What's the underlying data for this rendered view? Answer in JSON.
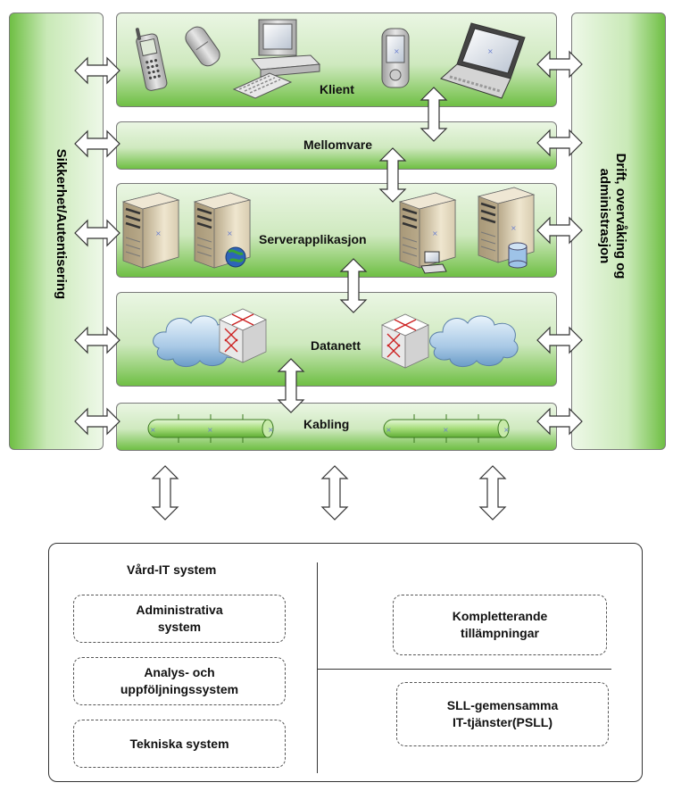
{
  "left_panel": {
    "label": "Sikkerhet/Autentisering"
  },
  "right_panel": {
    "label_line1": "Drift, overvåking og",
    "label_line2": "administrasjon"
  },
  "layers": {
    "klient": "Klient",
    "mellomvare": "Mellomvare",
    "server": "Serverapplikasjon",
    "datanett": "Datanett",
    "kabling": "Kabling"
  },
  "bottom": {
    "title": "Vård-IT system",
    "boxes_left": [
      "Administrativa\nsystem",
      "Analys- och\nuppföljningssystem",
      "Tekniska system"
    ],
    "boxes_right": [
      "Kompletterande\ntillämpningar",
      "SLL-gemensamma\nIT-tjänster(PSLL)"
    ]
  },
  "icons": [
    "mobile-phone-icon",
    "flip-phone-icon",
    "desktop-computer-icon",
    "pda-icon",
    "laptop-icon",
    "server-icon",
    "web-server-icon",
    "workstation-server-icon",
    "database-server-icon",
    "cloud-icon",
    "router-icon",
    "cable-icon"
  ],
  "colors": {
    "green_dark": "#6fbf44",
    "green_light": "#eaf6e3",
    "border": "#7a7a7a"
  }
}
